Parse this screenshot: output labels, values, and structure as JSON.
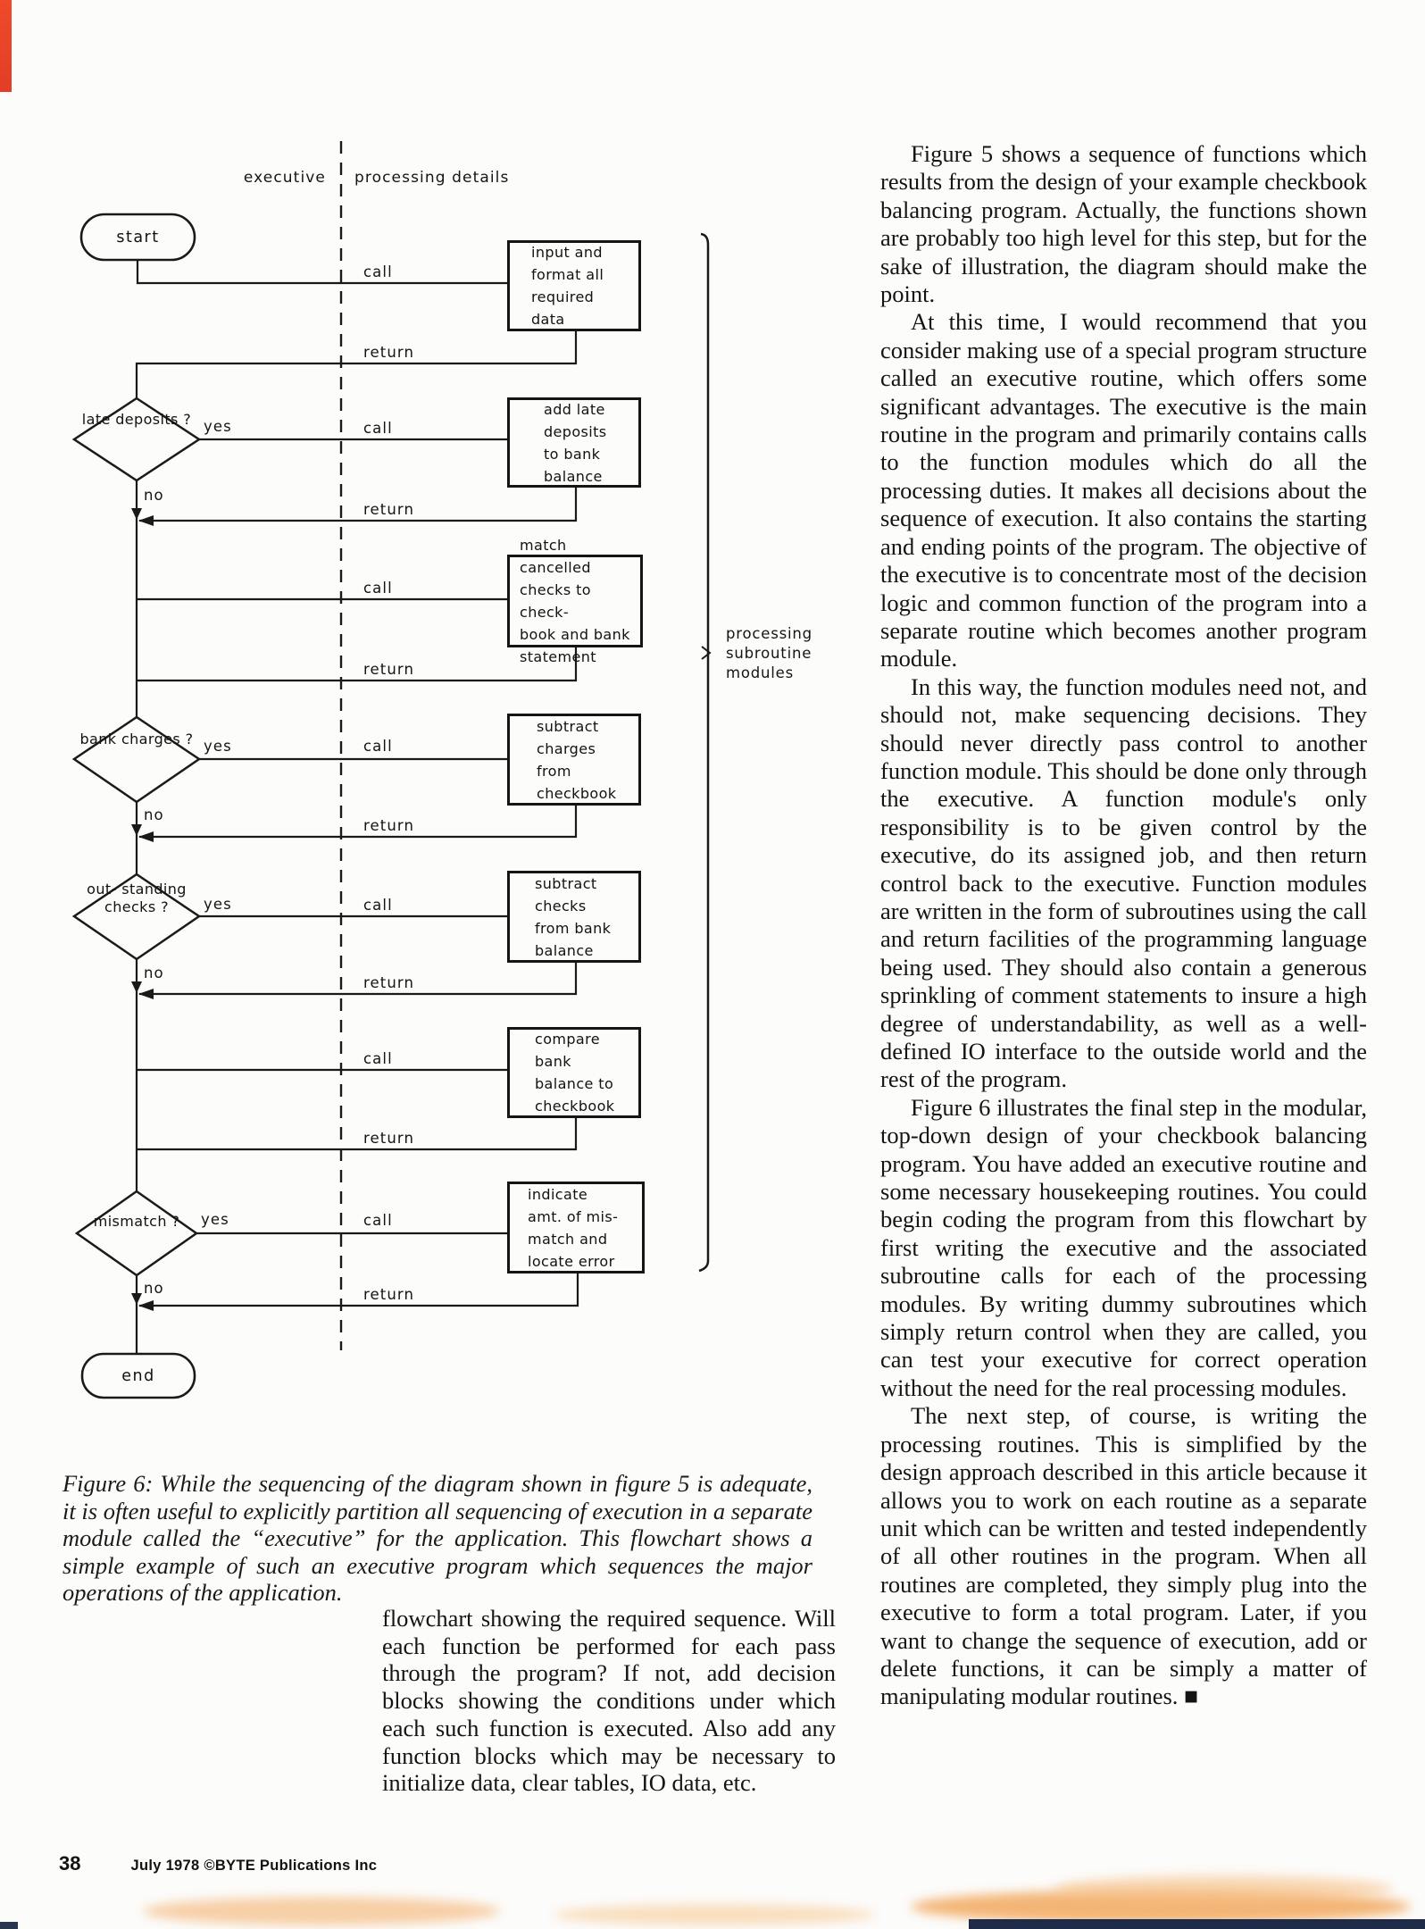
{
  "flowchart": {
    "columns": {
      "left": "executive",
      "right": "processing details"
    },
    "terminals": {
      "start": "start",
      "end": "end"
    },
    "edge_labels": {
      "call": "call",
      "return": "return",
      "yes": "yes",
      "no": "no"
    },
    "decisions": [
      {
        "lines": [
          "late",
          "deposits",
          "?"
        ]
      },
      {
        "lines": [
          "bank",
          "charges",
          "?"
        ]
      },
      {
        "lines": [
          "out-",
          "standing",
          "checks",
          "?"
        ]
      },
      {
        "lines": [
          "mismatch",
          "?"
        ]
      }
    ],
    "processes": [
      {
        "lines": [
          "input and",
          "format all",
          "required",
          "data"
        ]
      },
      {
        "lines": [
          "add late",
          "deposits",
          "to bank",
          "balance"
        ]
      },
      {
        "lines": [
          "match cancelled",
          "checks to check-",
          "book and bank",
          "statement"
        ]
      },
      {
        "lines": [
          "subtract",
          "charges",
          "from",
          "checkbook"
        ]
      },
      {
        "lines": [
          "subtract",
          "checks",
          "from bank",
          "balance"
        ]
      },
      {
        "lines": [
          "compare",
          "bank",
          "balance to",
          "checkbook"
        ]
      },
      {
        "lines": [
          "indicate",
          "amt. of mis-",
          "match and",
          "locate error"
        ]
      }
    ],
    "bracket_label": {
      "lines": [
        "processing",
        "subroutine",
        "modules"
      ]
    }
  },
  "caption": "Figure 6: While the sequencing of the diagram shown in figure 5 is adequate, it is often useful to explicitly partition all sequencing of execution in a separate module called the “executive” for the application. This flowchart shows a simple example of such an executive program which sequences the major operations of the application.",
  "article": {
    "paragraphs": [
      "Figure 5 shows a sequence of functions which results from the design of your example checkbook balancing program. Actually, the functions shown are probably too high level for this step, but for the sake of illustration, the diagram should make the point.",
      "At this time, I would recommend that you consider making use of a special program structure called an executive routine, which offers some significant advantages. The executive is the main routine in the program and primarily contains calls to the function modules which do all the processing duties. It makes all decisions about the sequence of execution. It also contains the starting and ending points of the program. The objective of the executive is to concentrate most of the decision logic and common function of the program into a separate routine which becomes another program module.",
      "In this way, the function modules need not, and should not, make sequencing decisions. They should never directly pass control to another function module. This should be done only through the executive. A function module's only responsibility is to be given control by the executive, do its assigned job, and then return control back to the executive. Function modules are written in the form of subroutines using the call and return facilities of the programming language being used. They should also contain a generous sprinkling of comment statements to insure a high degree of understandability, as well as a well-defined IO interface to the outside world and the rest of the program.",
      "Figure 6 illustrates the final step in the modular, top-down design of your checkbook balancing program. You have added an executive routine and some necessary housekeeping routines. You could begin coding the program from this flowchart by first writing the executive and the associated subroutine calls for each of the processing modules. By writing dummy subroutines which simply return control when they are called, you can test your executive for correct operation without the need for the real processing modules.",
      "The next step, of course, is writing the processing routines. This is simplified by the design approach described in this article because it allows you to work on each routine as a separate unit which can be written and tested independently of all other routines in the program. When all routines are completed, they simply plug into the executive to form a total program. Later, if you want to change the sequence of execution, add or delete functions, it can be simply a matter of manipulating modular routines. ■"
    ]
  },
  "left_column": {
    "paragraph": "flowchart showing the required sequence. Will each function be performed for each pass through the program? If not, add decision blocks showing the conditions under which each such function is executed. Also add any function blocks which may be necessary to initialize data, clear tables, IO data, etc."
  },
  "footer": {
    "page_number": "38",
    "credit": "July 1978 ©BYTE Publications Inc"
  }
}
